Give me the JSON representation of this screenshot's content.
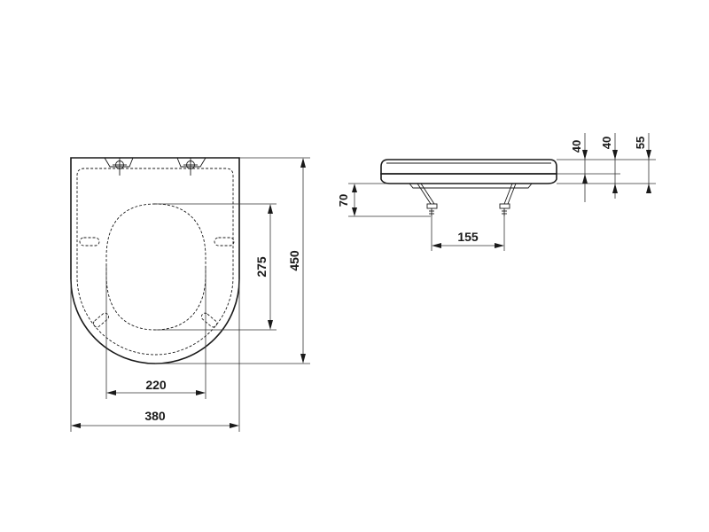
{
  "dimensions": {
    "overall_width": "380",
    "overall_length": "450",
    "opening_width": "220",
    "opening_length": "275",
    "hinge_spacing": "155",
    "hinge_depth": "70",
    "seat_thickness_a": "40",
    "seat_thickness_b": "40",
    "total_height": "55"
  }
}
